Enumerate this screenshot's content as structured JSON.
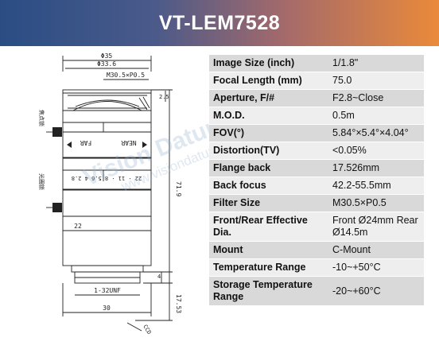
{
  "header": {
    "title": "VT-LEM7528",
    "bg_start": "#2a4d84",
    "bg_end": "#ea8a3a"
  },
  "drawing": {
    "dim_top_outer": "Φ35",
    "dim_top_inner": "Φ33.6",
    "dim_thread": "M30.5×P0.5",
    "dim_2_5": "2.5",
    "focus_lock_label": "焦点锁",
    "iris_lock_label": "光圈锁",
    "far_label": "FAR",
    "near_label": "NEAR",
    "aperture_scale": "22 · 11 · 8 5.6 4 2.8",
    "dim_22": "22",
    "dim_length": "71.9",
    "dim_4": "4",
    "dim_thread_mount": "1-32UNF",
    "dim_17_53": "17.53",
    "dim_bottom": "30",
    "ccd_label": "CCD"
  },
  "watermark": {
    "brand": "Vision Datum",
    "url": "www.visiondatum.com"
  },
  "specs": [
    {
      "key": "Image Size (inch)",
      "value": "1/1.8\""
    },
    {
      "key": "Focal Length (mm)",
      "value": "75.0"
    },
    {
      "key": "Aperture, F/#",
      "value": "F2.8~Close"
    },
    {
      "key": "M.O.D.",
      "value": "0.5m"
    },
    {
      "key": "FOV(°)",
      "value": "5.84°×5.4°×4.04°"
    },
    {
      "key": "Distortion(TV)",
      "value": "<0.05%"
    },
    {
      "key": "Flange back",
      "value": "17.526mm"
    },
    {
      "key": "Back focus",
      "value": "42.2-55.5mm"
    },
    {
      "key": "Filter Size",
      "value": "M30.5×P0.5"
    },
    {
      "key": "Front/Rear Effective Dia.",
      "value": "Front Ø24mm Rear Ø14.5m"
    },
    {
      "key": "Mount",
      "value": "C-Mount"
    },
    {
      "key": "Temperature Range",
      "value": "-10~+50°C"
    },
    {
      "key": "Storage Temperature Range",
      "value": "-20~+60°C"
    }
  ]
}
